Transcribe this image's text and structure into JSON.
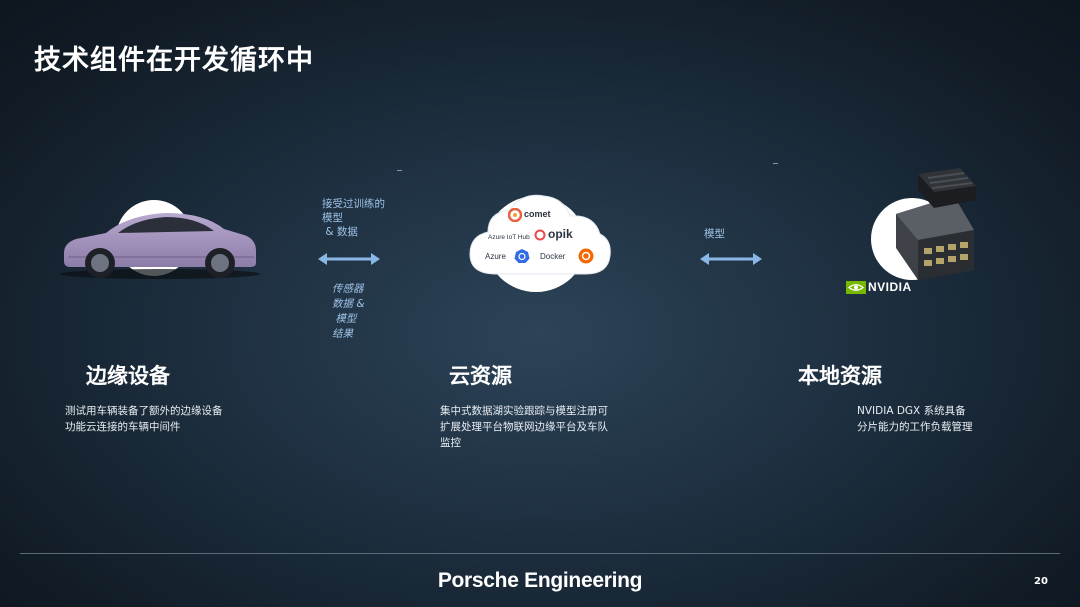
{
  "slide": {
    "title": "技术组件在开发循环中",
    "page_number": "20",
    "brand": "Porsche Engineering"
  },
  "edge": {
    "heading": "边缘设备",
    "description": [
      "测试用车辆装备了额外的边缘设备",
      "功能云连接的车辆中间件"
    ]
  },
  "cloud": {
    "heading": "云资源",
    "description": [
      "集中式数据湖实验跟踪与模型注册可",
      "扩展处理平台物联网边缘平台及车队",
      "监控"
    ],
    "logos": {
      "comet": "comet",
      "azure_iot_hub": "Azure IoT Hub",
      "opik": "opik",
      "azure": "Azure",
      "docker": "Docker"
    }
  },
  "onprem": {
    "heading": "本地资源",
    "description": [
      "NVIDIA DGX 系统具备",
      "分片能力的工作负载管理"
    ],
    "logo": "NVIDIA"
  },
  "arrows": {
    "left_top_label": [
      "接受过训练的",
      "模型",
      " & 数据"
    ],
    "left_bottom_label": [
      "传感器",
      "数据 &",
      " 模型",
      "结果"
    ],
    "right_label": "模型"
  },
  "colors": {
    "arrow": "#8ab8e6",
    "label": "#9ec3e6"
  }
}
